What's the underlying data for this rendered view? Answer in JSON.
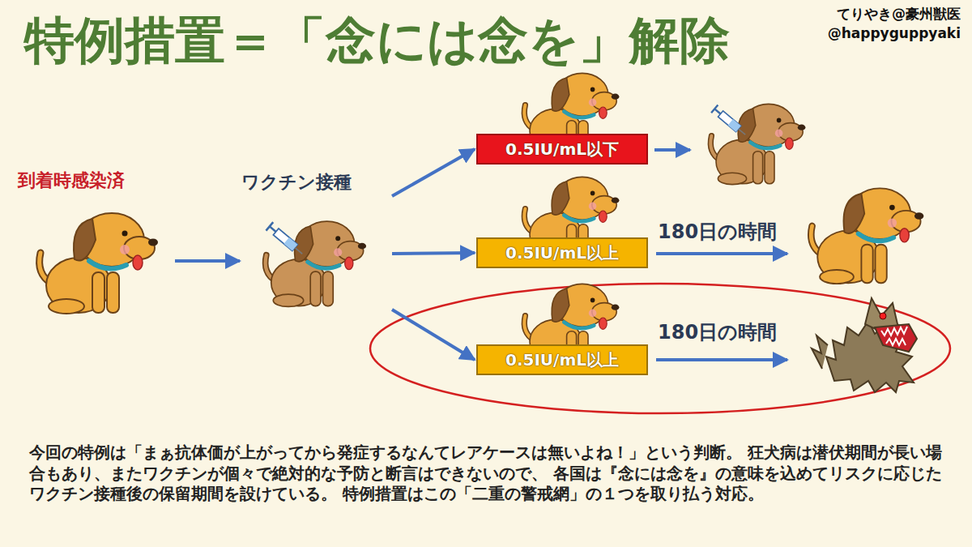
{
  "diagram": {
    "title": "特例措置＝「念には念を」解除",
    "caption": "今回の特例は「まぁ抗体価が上がってから発症するなんてレアケースは無いよね！」という判断。 狂犬病は潜伏期間が長い場合もあり、またワクチンが個々で絶対的な予防と断言はできないので、 各国は『念には念を』の意味を込めてリスクに応じたワクチン接種後の保留期間を設けている。 特例措置はこの「二重の警戒網」の１つを取り払う対応。",
    "nodes": [
      {
        "text": [
          "到着時感染済"
        ]
      },
      {
        "text": [
          "ワクチン接種"
        ]
      },
      {
        "text": [
          "0.5IU/mL以下"
        ]
      },
      {
        "text": [
          "0.5IU/mL以上"
        ]
      },
      {
        "text": [
          "0.5IU/mL以上"
        ]
      }
    ],
    "edges": [
      {
        "from": 0,
        "to": 1,
        "arrow": "to"
      },
      {
        "from": 1,
        "to": 2,
        "arrow": "to"
      },
      {
        "from": 1,
        "to": 3,
        "arrow": "to"
      },
      {
        "from": 1,
        "to": 4,
        "arrow": "to"
      }
    ],
    "labels": [
      "てりやき@豪州獣医",
      "@happyguppyaki",
      "180日の時間",
      "180日の時間"
    ]
  }
}
